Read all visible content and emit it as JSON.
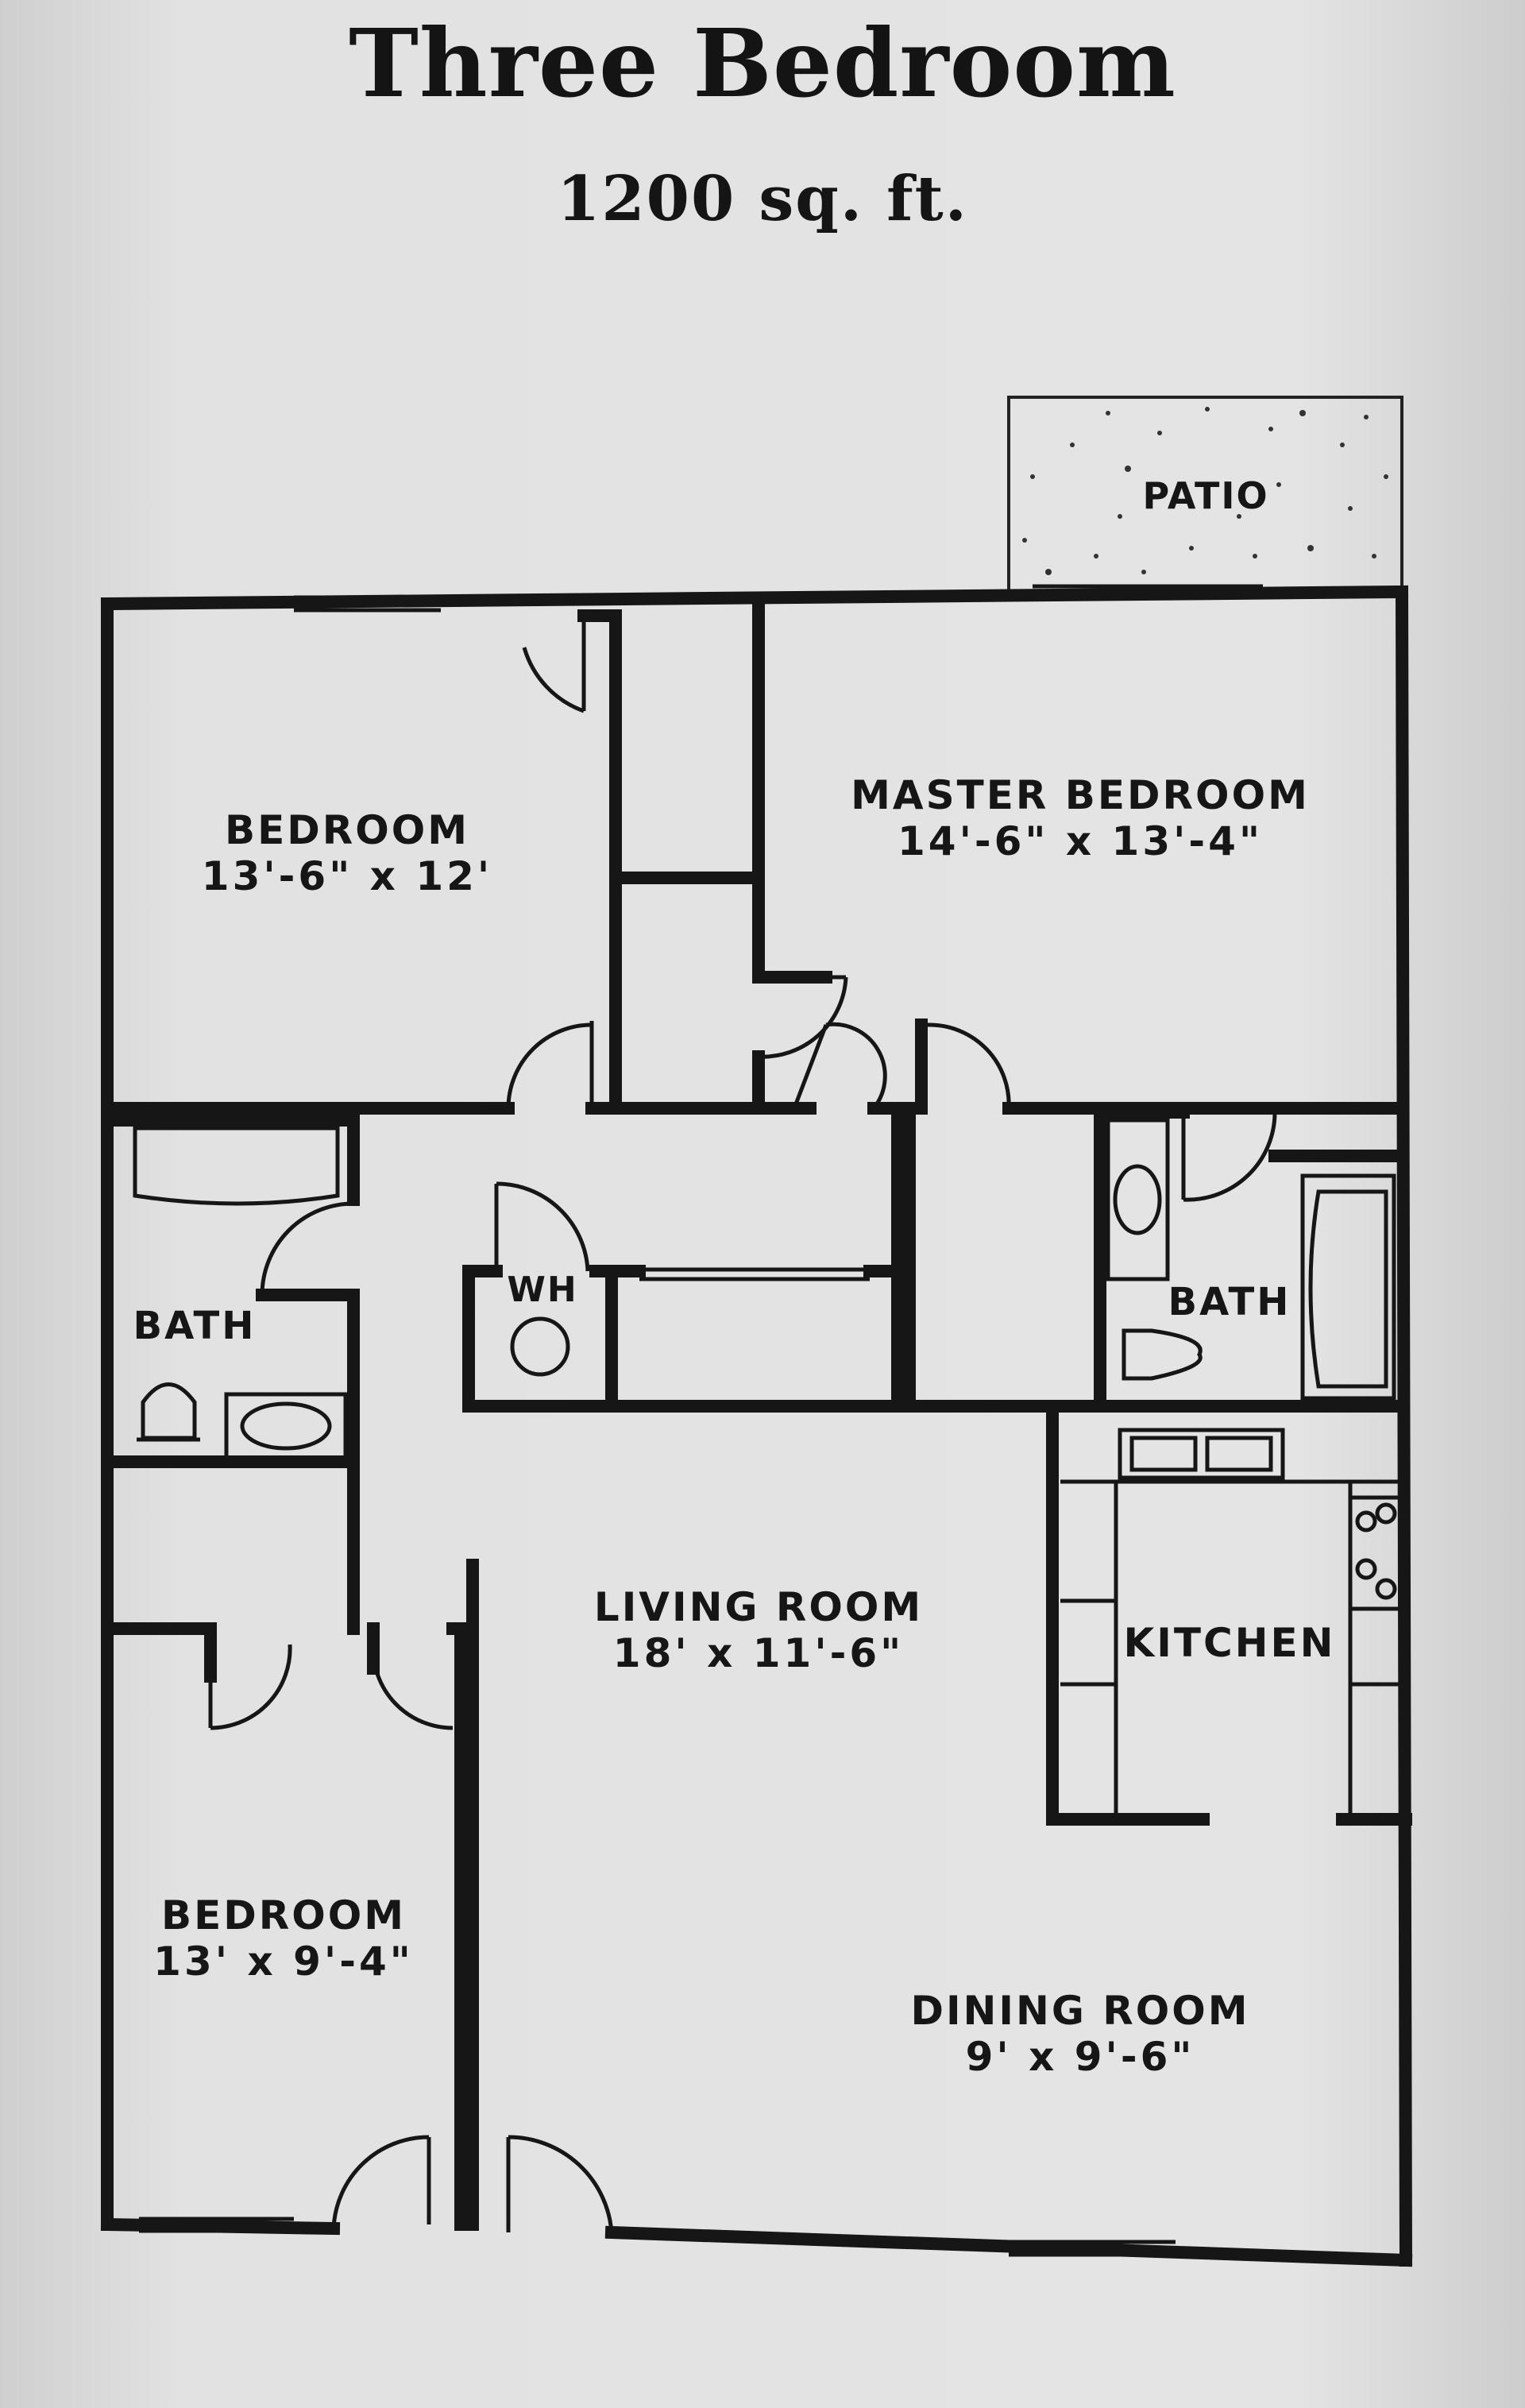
{
  "header": {
    "title": "Three Bedroom",
    "subtitle": "1200 sq. ft."
  },
  "rooms": {
    "patio": "PATIO",
    "bedroom_top": {
      "name": "BEDROOM",
      "size": "13'-6\" x 12'"
    },
    "master_bedroom": {
      "name": "MASTER BEDROOM",
      "size": "14'-6\" x 13'-4\""
    },
    "bath_left": "BATH",
    "bath_right": "BATH",
    "water_heater": "WH",
    "living_room": {
      "name": "LIVING ROOM",
      "size": "18' x 11'-6\""
    },
    "kitchen": "KITCHEN",
    "bedroom_bottom": {
      "name": "BEDROOM",
      "size": "13' x 9'-4\""
    },
    "dining_room": {
      "name": "DINING ROOM",
      "size": "9' x 9'-6\""
    }
  },
  "colors": {
    "paper": "#e2e2e2",
    "ink": "#161616"
  }
}
